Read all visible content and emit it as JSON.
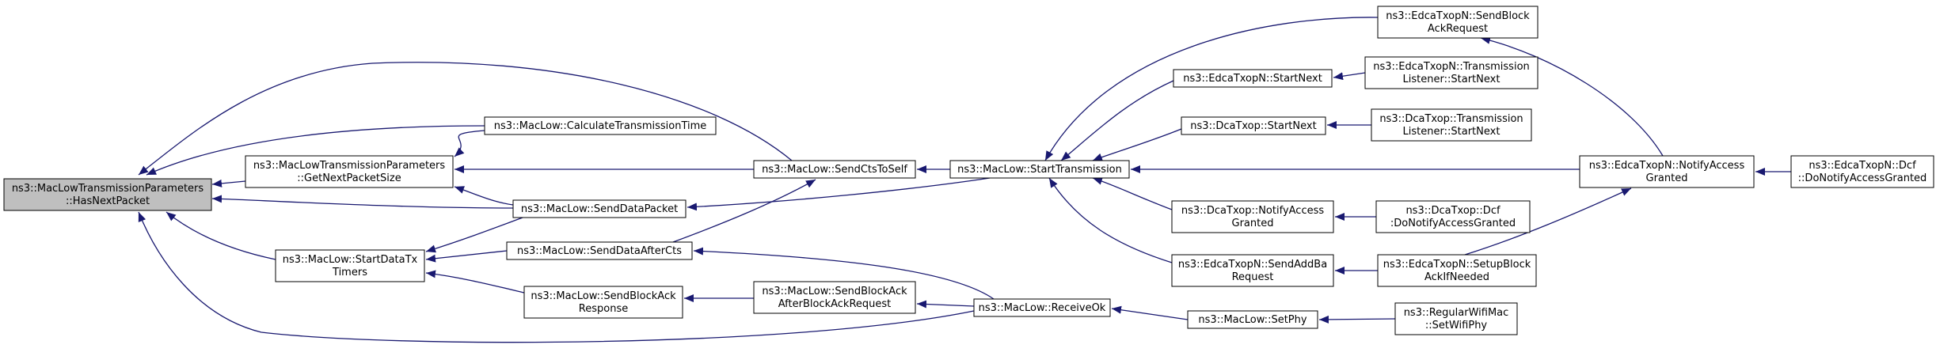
{
  "graph": {
    "edge_color": "#191970",
    "root_fill": "#bfbfbf",
    "nodes": [
      {
        "id": "hasnext",
        "lines": [
          "ns3::MacLowTransmissionParameters",
          "::HasNextPacket"
        ]
      },
      {
        "id": "getnext",
        "lines": [
          "ns3::MacLowTransmissionParameters",
          "::GetNextPacketSize"
        ]
      },
      {
        "id": "calc",
        "lines": [
          "ns3::MacLow::CalculateTransmissionTime"
        ]
      },
      {
        "id": "senddata",
        "lines": [
          "ns3::MacLow::SendDataPacket"
        ]
      },
      {
        "id": "startdatatx",
        "lines": [
          "ns3::MacLow::StartDataTx",
          "Timers"
        ]
      },
      {
        "id": "senddataaftercts",
        "lines": [
          "ns3::MacLow::SendDataAfterCts"
        ]
      },
      {
        "id": "sendblockackresp",
        "lines": [
          "ns3::MacLow::SendBlockAck",
          "Response"
        ]
      },
      {
        "id": "sendcts",
        "lines": [
          "ns3::MacLow::SendCtsToSelf"
        ]
      },
      {
        "id": "sendblockackafter",
        "lines": [
          "ns3::MacLow::SendBlockAck",
          "AfterBlockAckRequest"
        ]
      },
      {
        "id": "starttx",
        "lines": [
          "ns3::MacLow::StartTransmission"
        ]
      },
      {
        "id": "receiveok",
        "lines": [
          "ns3::MacLow::ReceiveOk"
        ]
      },
      {
        "id": "sendblockackreq",
        "lines": [
          "ns3::EdcaTxopN::SendBlock",
          "AckRequest"
        ]
      },
      {
        "id": "edcastartnext",
        "lines": [
          "ns3::EdcaTxopN::StartNext"
        ]
      },
      {
        "id": "dcastartnext",
        "lines": [
          "ns3::DcaTxop::StartNext"
        ]
      },
      {
        "id": "dcanotify",
        "lines": [
          "ns3::DcaTxop::NotifyAccess",
          "Granted"
        ]
      },
      {
        "id": "sendaddba",
        "lines": [
          "ns3::EdcaTxopN::SendAddBa",
          "Request"
        ]
      },
      {
        "id": "setphy",
        "lines": [
          "ns3::MacLow::SetPhy"
        ]
      },
      {
        "id": "edcatlstartnext",
        "lines": [
          "ns3::EdcaTxopN::Transmission",
          "Listener::StartNext"
        ]
      },
      {
        "id": "dcatlstartnext",
        "lines": [
          "ns3::DcaTxop::Transmission",
          "Listener::StartNext"
        ]
      },
      {
        "id": "dcadcf",
        "lines": [
          "ns3::DcaTxop::Dcf",
          ":DoNotifyAccessGranted"
        ]
      },
      {
        "id": "setupblockack",
        "lines": [
          "ns3::EdcaTxopN::SetupBlock",
          "AckIfNeeded"
        ]
      },
      {
        "id": "setwifiphy",
        "lines": [
          "ns3::RegularWifiMac",
          "::SetWifiPhy"
        ]
      },
      {
        "id": "edcanotify",
        "lines": [
          "ns3::EdcaTxopN::NotifyAccess",
          "Granted"
        ]
      },
      {
        "id": "edcadcf",
        "lines": [
          "ns3::EdcaTxopN::Dcf",
          "::DoNotifyAccessGranted"
        ]
      }
    ],
    "edges": [
      {
        "from": "getnext",
        "to": "hasnext"
      },
      {
        "from": "calc",
        "to": "hasnext"
      },
      {
        "from": "senddata",
        "to": "hasnext"
      },
      {
        "from": "startdatatx",
        "to": "hasnext"
      },
      {
        "from": "sendcts",
        "to": "hasnext"
      },
      {
        "from": "receiveok",
        "to": "hasnext"
      },
      {
        "from": "calc",
        "to": "getnext"
      },
      {
        "from": "senddata",
        "to": "getnext"
      },
      {
        "from": "sendcts",
        "to": "getnext"
      },
      {
        "from": "senddata",
        "to": "startdatatx"
      },
      {
        "from": "senddataaftercts",
        "to": "startdatatx"
      },
      {
        "from": "sendblockackresp",
        "to": "startdatatx"
      },
      {
        "from": "sendblockackafter",
        "to": "sendblockackresp"
      },
      {
        "from": "receiveok",
        "to": "senddataaftercts"
      },
      {
        "from": "senddataaftercts",
        "to": "sendcts"
      },
      {
        "from": "receiveok",
        "to": "sendblockackafter"
      },
      {
        "from": "starttx",
        "to": "sendcts"
      },
      {
        "from": "starttx",
        "to": "senddata"
      },
      {
        "from": "sendblockackreq",
        "to": "starttx"
      },
      {
        "from": "edcastartnext",
        "to": "starttx"
      },
      {
        "from": "dcastartnext",
        "to": "starttx"
      },
      {
        "from": "edcanotify",
        "to": "starttx"
      },
      {
        "from": "dcanotify",
        "to": "starttx"
      },
      {
        "from": "sendaddba",
        "to": "starttx"
      },
      {
        "from": "setphy",
        "to": "receiveok"
      },
      {
        "from": "edcatlstartnext",
        "to": "edcastartnext"
      },
      {
        "from": "dcatlstartnext",
        "to": "dcastartnext"
      },
      {
        "from": "dcadcf",
        "to": "dcanotify"
      },
      {
        "from": "setupblockack",
        "to": "sendaddba"
      },
      {
        "from": "setwifiphy",
        "to": "setphy"
      },
      {
        "from": "edcanotify",
        "to": "sendblockackreq"
      },
      {
        "from": "setupblockack",
        "to": "edcanotify"
      },
      {
        "from": "edcadcf",
        "to": "edcanotify"
      }
    ]
  }
}
